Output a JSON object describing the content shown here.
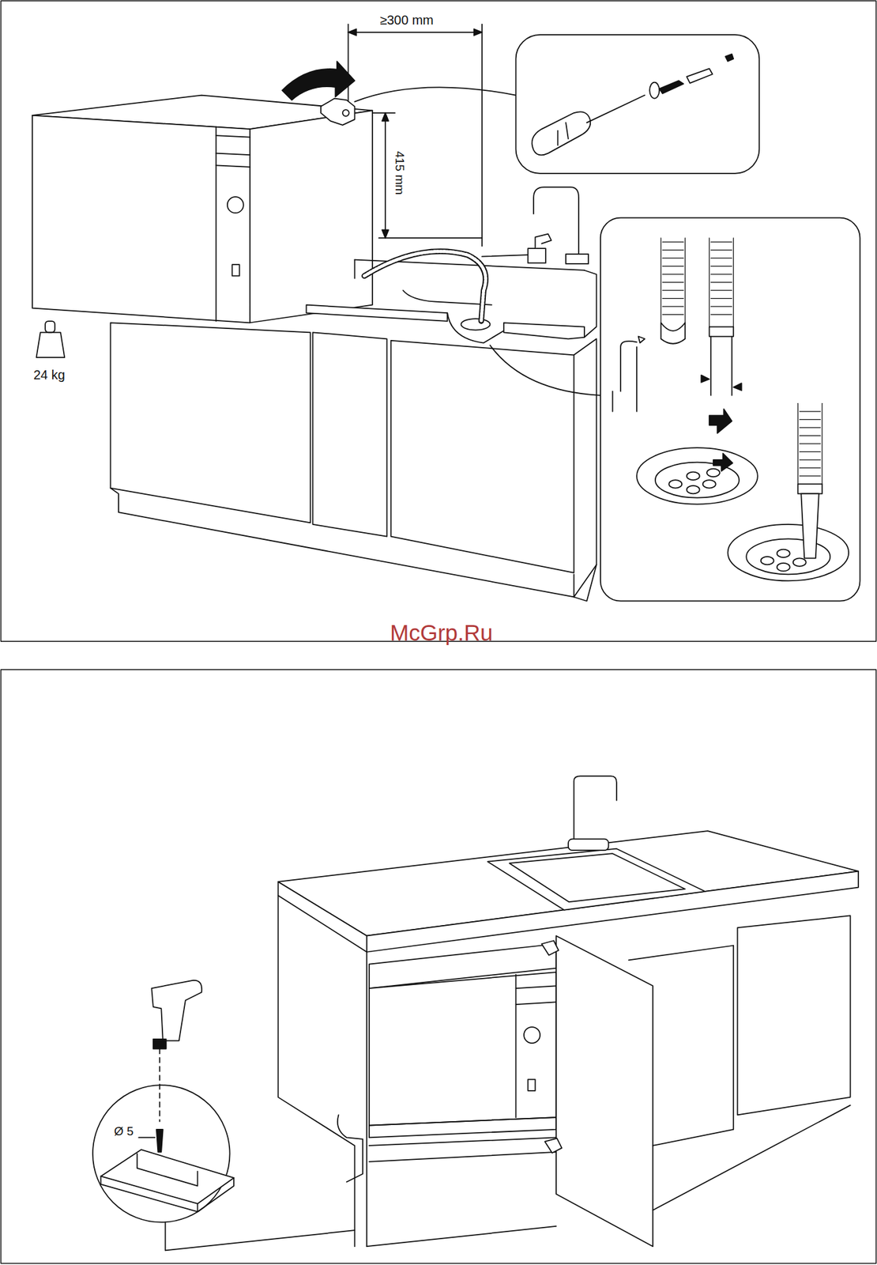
{
  "diagram": {
    "labels": [
      "≥300 mm",
      "415 mm",
      "24 kg",
      "McGrp.Ru",
      "Ø 5"
    ]
  }
}
